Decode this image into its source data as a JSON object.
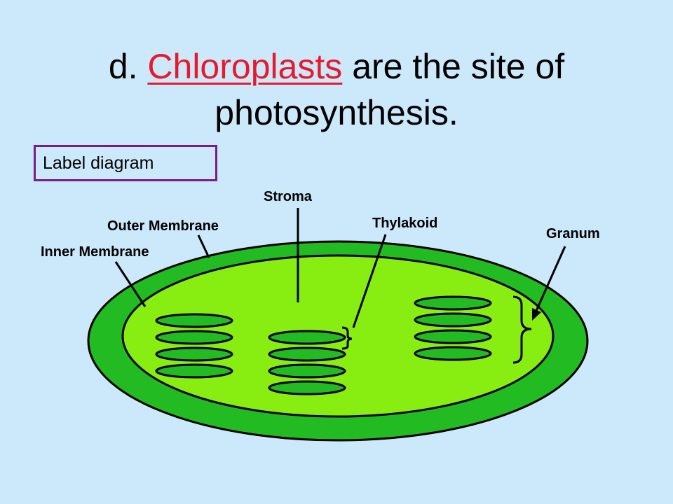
{
  "title": {
    "prefix": "d. ",
    "highlight": "Chloroplasts",
    "suffix": " are the site of photosynthesis."
  },
  "instruction": "Label diagram",
  "labels": {
    "stroma": "Stroma",
    "outer_membrane": "Outer Membrane",
    "thylakoid": "Thylakoid",
    "granum": "Granum",
    "inner_membrane": "Inner Membrane"
  },
  "colors": {
    "background": "#cce9fb",
    "outer_membrane": "#22bb22",
    "stroma": "#88ee11",
    "thylakoid": "#22bb22",
    "title_highlight": "#e8192c",
    "instruction_border": "#7b1a8a"
  }
}
